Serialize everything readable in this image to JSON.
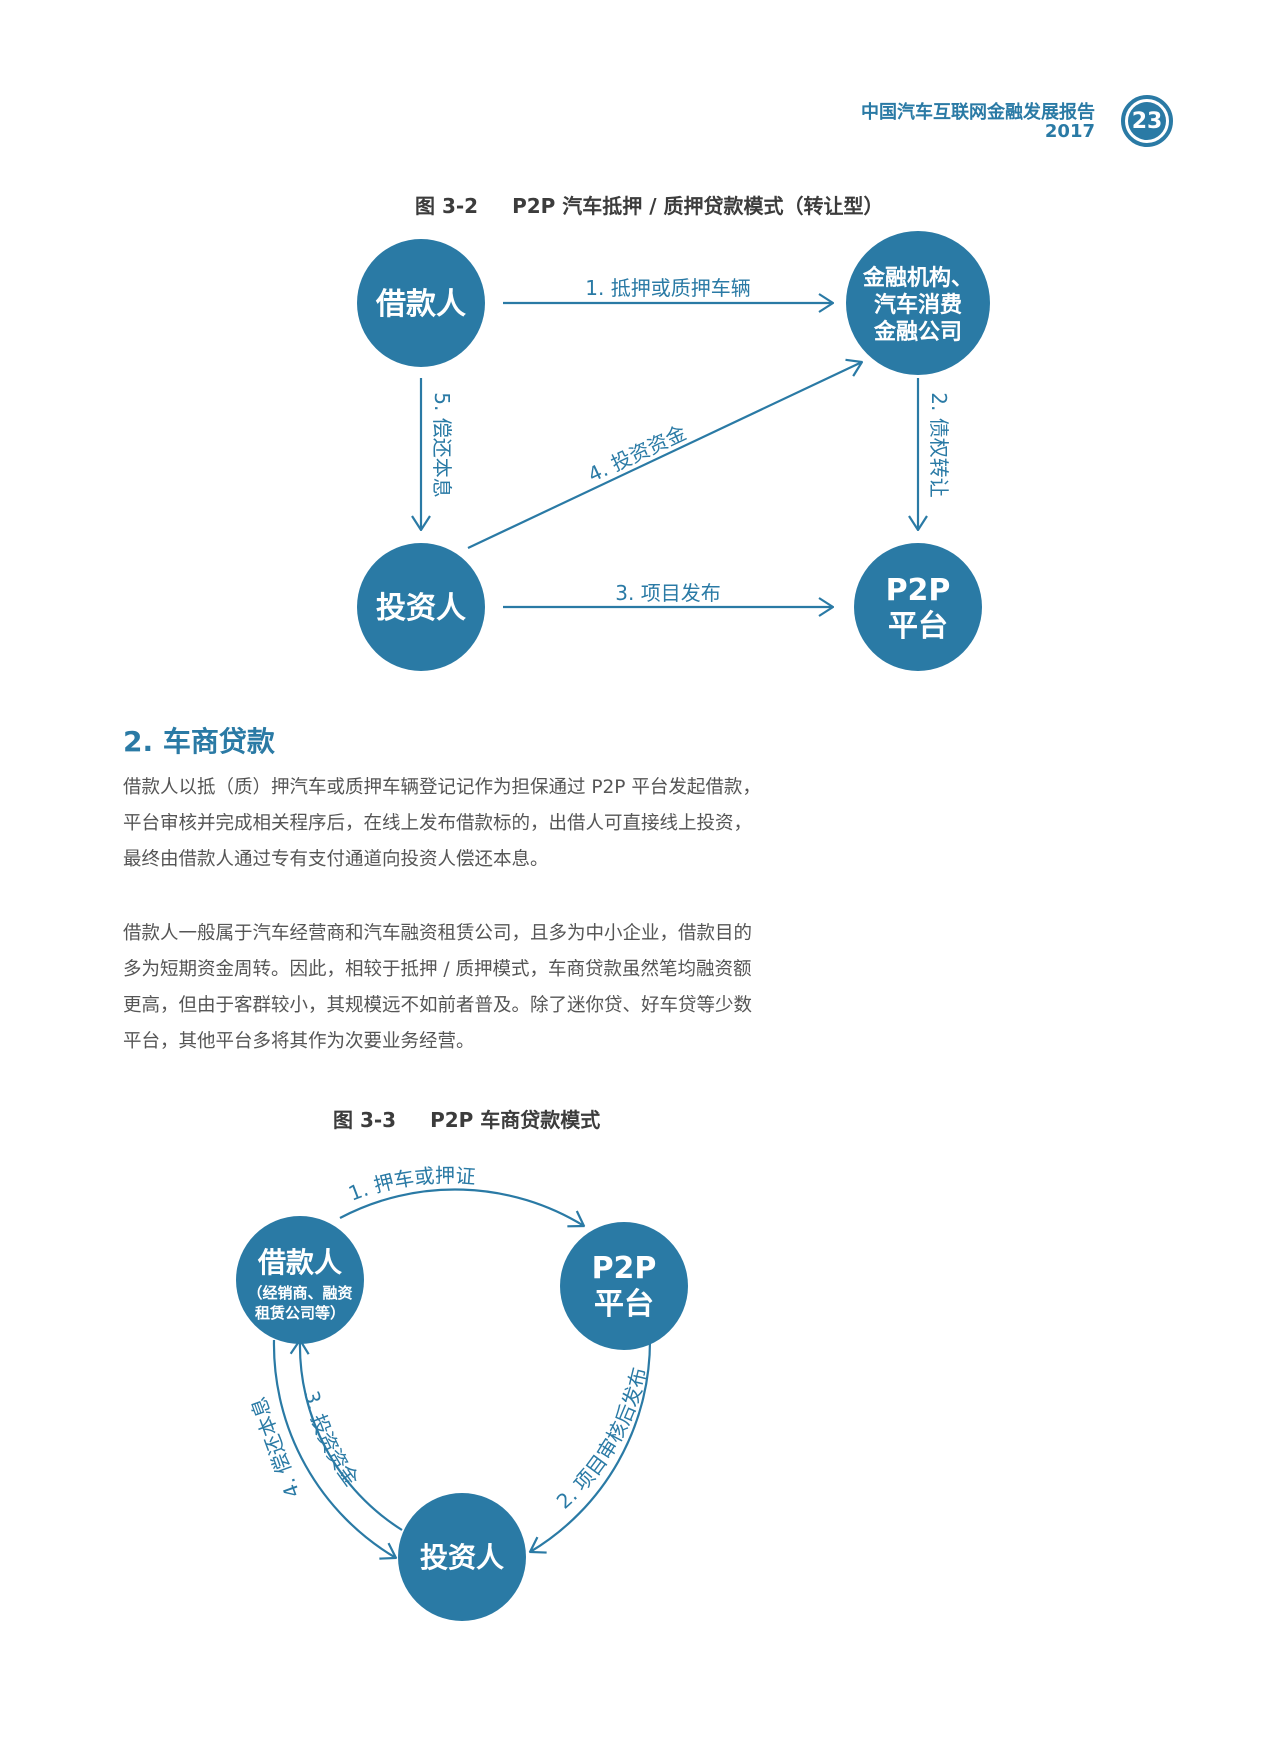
{
  "header": {
    "title": "中国汽车互联网金融发展报告",
    "year": "2017",
    "page_number": "23"
  },
  "figure_1": {
    "caption_num": "图 3-2",
    "caption_text": "P2P 汽车抵押 / 质押贷款模式（转让型）",
    "nodes": {
      "borrower": "借款人",
      "finance_line1": "金融机构、",
      "finance_line2": "汽车消费",
      "finance_line3": "金融公司",
      "investor": "投资人",
      "platform_line1": "P2P",
      "platform_line2": "平台"
    },
    "edges": {
      "e1": "1. 抵押或质押车辆",
      "e2": "2. 债权转让",
      "e3": "3. 项目发布",
      "e4": "4. 投资资金",
      "e5": "5. 偿还本息"
    }
  },
  "section": {
    "heading": "2. 车商贷款",
    "para1": [
      "借款人以抵（质）押汽车或质押车辆登记记作为担保通过 P2P 平台发起借款，",
      "平台审核并完成相关程序后，在线上发布借款标的，出借人可直接线上投资，",
      "最终由借款人通过专有支付通道向投资人偿还本息。"
    ],
    "para2": [
      "借款人一般属于汽车经营商和汽车融资租赁公司，且多为中小企业，借款目的",
      "多为短期资金周转。因此，相较于抵押 / 质押模式，车商贷款虽然笔均融资额",
      "更高，但由于客群较小，其规模远不如前者普及。除了迷你贷、好车贷等少数",
      "平台，其他平台多将其作为次要业务经营。"
    ]
  },
  "figure_2": {
    "caption_num": "图 3-3",
    "caption_text": "P2P 车商贷款模式",
    "nodes": {
      "borrower": "借款人",
      "borrower_sub1": "（经销商、融资",
      "borrower_sub2": "租赁公司等）",
      "platform_line1": "P2P",
      "platform_line2": "平台",
      "investor": "投资人"
    },
    "edges": {
      "e1": "1. 押车或押证",
      "e2": "2. 项目审核后发布",
      "e3": "3. 投资资金",
      "e4": "4. 偿还本息"
    }
  },
  "colors": {
    "accent": "#2a7aa5",
    "text": "#555555"
  }
}
